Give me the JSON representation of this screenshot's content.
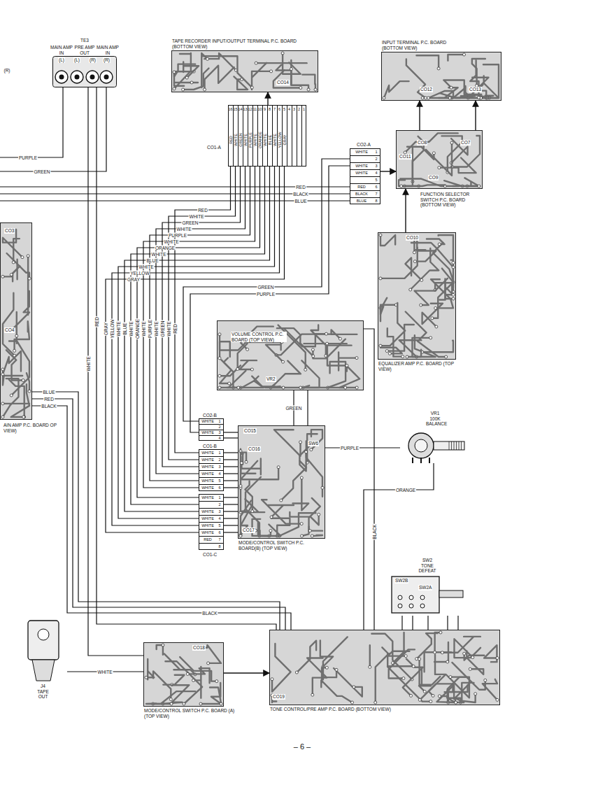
{
  "diagram": {
    "nodes": [
      {
        "text": [
          "TE3",
          "MAIN AMP IN",
          "PRE AMP OUT",
          "MAIN AMP IN",
          "(L)",
          "(L)",
          "(R)",
          "(R)"
        ]
      },
      {
        "text": [
          "TAPE RECORDER INPUT/OUTPUT TERMINAL P.C. BOARD (BOTTOM VIEW)",
          "CO14"
        ]
      },
      {
        "text": [
          "INPUT TERMINAL P.C. BOARD (BOTTOM VIEW)",
          "CO12",
          "CO13"
        ]
      },
      {
        "text": [
          "CO1-A"
        ]
      },
      {
        "text": [
          "CO2-A"
        ]
      },
      {
        "text": [
          "FUNCTION SELECTOR SWITCH P.C. BOARD (BOTTOM VIEW)",
          "CO8",
          "CO7",
          "CO11",
          "CO9"
        ]
      },
      {
        "text": [
          "EQUALIZER AMP P.C. BOARD (TOP VIEW)",
          "CO10"
        ]
      },
      {
        "text": [
          "AIN AMP P.C. BOARD OP VIEW)",
          "CO3",
          "CO4"
        ]
      },
      {
        "text": [
          "VOLUME CONTROL P.C. BOARD (TOP VIEW)",
          "VR2"
        ]
      },
      {
        "text": [
          "VR1 100K BALANCE"
        ]
      },
      {
        "text": [
          "CO2-B"
        ]
      },
      {
        "text": [
          "CO1-B"
        ]
      },
      {
        "text": [
          "CO1-C"
        ]
      },
      {
        "text": [
          "MODE/CONTROL SWITCH P.C. BOARD(B) (TOP VIEW)",
          "CO15",
          "CO16",
          "CO17",
          "SW6"
        ]
      },
      {
        "text": [
          "SW2 TONE DEFEAT",
          "SW2B",
          "SW2A"
        ]
      },
      {
        "text": [
          "J4 TAPE OUT"
        ]
      },
      {
        "text": [
          "MODE/CONTROL SWITCH P.C. BOARD (A) (TOP VIEW)",
          "CO18"
        ]
      },
      {
        "text": [
          "TONE CONTROL/PRE AMP P.C. BOARD (BOTTOM VIEW)",
          "CO19"
        ]
      }
    ],
    "edges": [
      {
        "from": 3,
        "to": 1,
        "arrow": "to"
      },
      {
        "from": 5,
        "to": 2,
        "arrow": "to"
      },
      {
        "from": 5,
        "to": 2,
        "arrow": "to"
      },
      {
        "from": 6,
        "to": 5,
        "arrow": "to"
      },
      {
        "from": 4,
        "to": 5,
        "arrow": "to"
      },
      {
        "from": 16,
        "to": 17,
        "arrow": "to"
      },
      {
        "from": 3,
        "to": 11,
        "arrow": "none"
      },
      {
        "from": 3,
        "to": 12,
        "arrow": "none"
      },
      {
        "from": 4,
        "to": 10,
        "arrow": "none"
      },
      {
        "from": 0,
        "to": 16,
        "arrow": "none",
        "label": "WHITE"
      },
      {
        "from": 0,
        "to": 17,
        "arrow": "none",
        "label": "RED"
      },
      {
        "from": 8,
        "to": 13,
        "arrow": "none",
        "label": "GREEN"
      },
      {
        "from": 9,
        "to": 13,
        "arrow": "none",
        "label": "PURPLE"
      },
      {
        "from": 9,
        "to": 17,
        "arrow": "none",
        "label": "ORANGE"
      },
      {
        "from": 14,
        "to": 17,
        "arrow": "none"
      },
      {
        "from": 15,
        "to": 16,
        "arrow": "none",
        "label": "WHITE"
      },
      {
        "from": 7,
        "to": 17,
        "arrow": "none",
        "label": "BLUE"
      }
    ],
    "labels": [
      "(R)",
      "PURPLE",
      "GREEN",
      "RED",
      "BLACK",
      "BLUE",
      "16",
      "15",
      "14",
      "13",
      "12",
      "11",
      "10",
      "9",
      "8",
      "7",
      "6",
      "5",
      "4",
      "3",
      "2",
      "1",
      "RED",
      "WHITE",
      "GREEN",
      "WHITE",
      "PURPLE",
      "WHITE",
      "ORANGE",
      "WHITE",
      "BLUE",
      "WHITE",
      "YELLOW",
      "GRAY",
      "WHITE",
      "1",
      "2",
      "WHITE",
      "3",
      "WHITE",
      "4",
      "5",
      "RED",
      "6",
      "BLACK",
      "7",
      "BLUE",
      "8",
      "RED",
      "WHITE",
      "GREEN",
      "WHITE",
      "PURPLE",
      "WHITE",
      "ORANGE",
      "WHITE",
      "BLUE",
      "WHITE",
      "YELLOW",
      "GRAY",
      "RED",
      "WHITE",
      "GREEN",
      "WHITE",
      "PURPLE",
      "WHITE",
      "ORANGE",
      "WHITE",
      "BLUE",
      "WHITE",
      "YELLOW",
      "GRAY",
      "GREEN",
      "PURPLE",
      "WHITE",
      "1",
      "2",
      "WHITE",
      "3",
      "4",
      "WHITE",
      "1",
      "WHITE",
      "2",
      "WHITE",
      "3",
      "WHITE",
      "4",
      "WHITE",
      "5",
      "WHITE",
      "6",
      "WHITE",
      "1",
      "2",
      "WHITE",
      "3",
      "WHITE",
      "4",
      "WHITE",
      "5",
      "WHITE",
      "6",
      "RED",
      "7",
      "8",
      "RED",
      "BLACK",
      "BLACK",
      "BLACK",
      "– 6 –"
    ]
  }
}
